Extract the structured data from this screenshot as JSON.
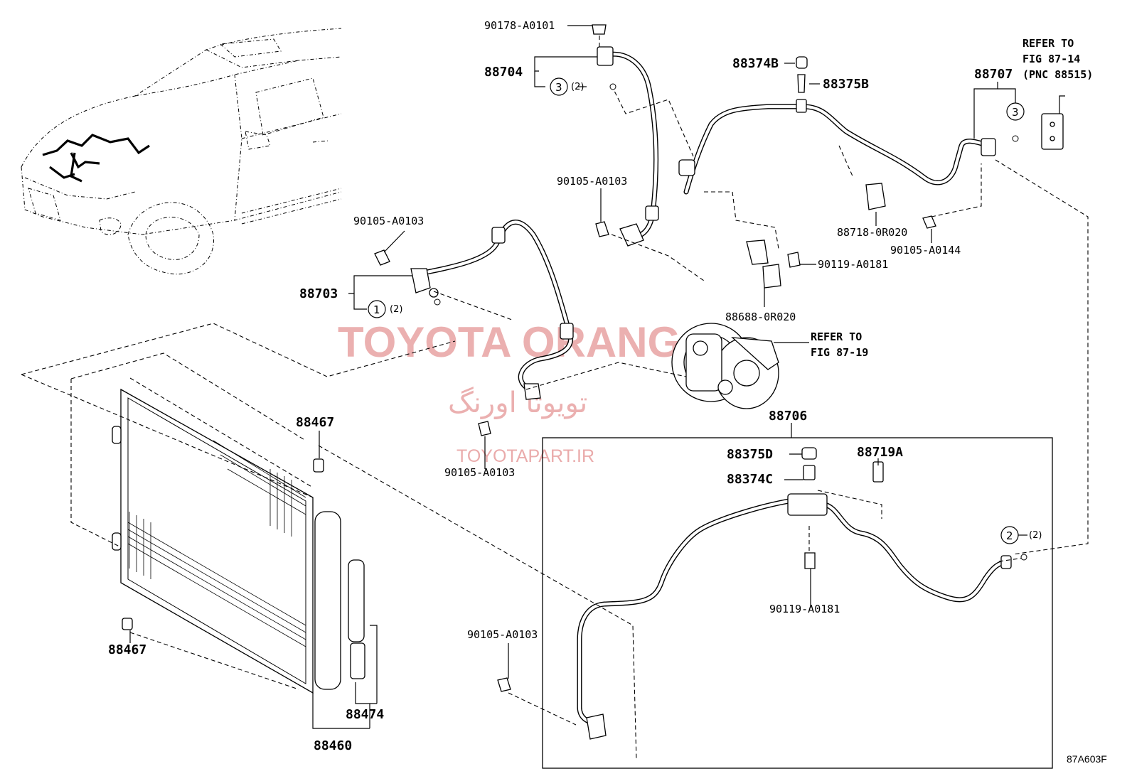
{
  "labels": {
    "p_90178_A0101": "90178-A0101",
    "p_88704": "88704",
    "p_88374B": "88374B",
    "p_88375B": "88375B",
    "p_88707": "88707",
    "p_90105_A0103_top": "90105-A0103",
    "p_90105_A0103_left": "90105-A0103",
    "p_88703": "88703",
    "p_88718_0R020": "88718-0R020",
    "p_90105_A0144": "90105-A0144",
    "p_90119_A0181_top": "90119-A0181",
    "p_88688_0R020": "88688-0R020",
    "p_88706": "88706",
    "p_88467_top": "88467",
    "p_88467_bottom": "88467",
    "p_90105_A0103_mid": "90105-A0103",
    "p_88375D": "88375D",
    "p_88719A": "88719A",
    "p_88374C": "88374C",
    "p_90119_A0181_bottom": "90119-A0181",
    "p_90105_A0103_bottom": "90105-A0103",
    "p_88474": "88474",
    "p_88460": "88460"
  },
  "refers": {
    "fig_87_14": {
      "line1": "REFER TO",
      "line2": "FIG 87-14",
      "line3": "(PNC 88515)"
    },
    "fig_87_19": {
      "line1": "REFER TO",
      "line2": "FIG 87-19"
    }
  },
  "callouts": {
    "c3_top_left": {
      "num": "3",
      "qty": "(2)"
    },
    "c3_top_right": {
      "num": "3"
    },
    "c1": {
      "num": "1",
      "qty": "(2)"
    },
    "c2": {
      "num": "2",
      "qty": "(2)"
    }
  },
  "watermark": {
    "brand": "TOYOTA ORANG",
    "farsi": "تویوتا اورنگ",
    "url": "TOYOTAPART.IR"
  },
  "figure_code": "87A603F"
}
